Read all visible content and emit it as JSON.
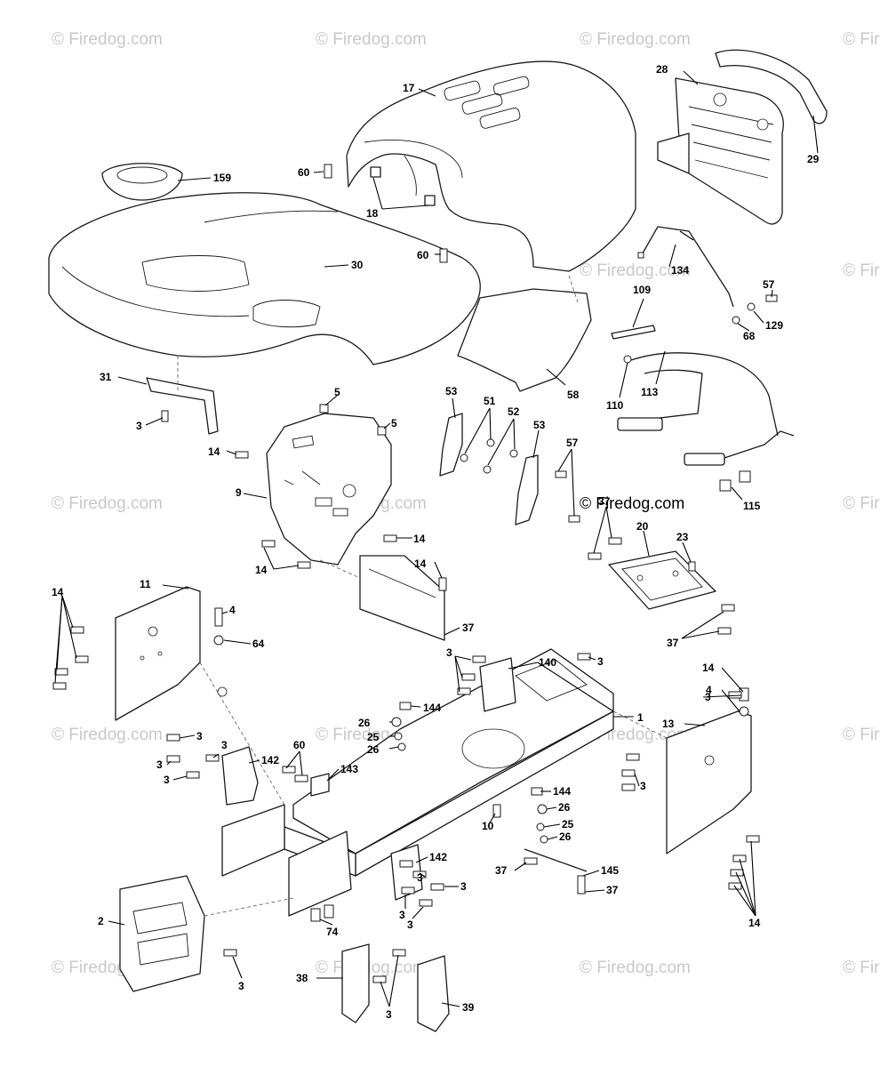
{
  "watermark": {
    "text": "© Firedog.com"
  },
  "callouts": [
    {
      "id": "c17",
      "text": "17"
    },
    {
      "id": "c28",
      "text": "28"
    },
    {
      "id": "c29",
      "text": "29"
    },
    {
      "id": "c159",
      "text": "159"
    },
    {
      "id": "c60a",
      "text": "60"
    },
    {
      "id": "c18",
      "text": "18"
    },
    {
      "id": "c60b",
      "text": "60"
    },
    {
      "id": "c30",
      "text": "30"
    },
    {
      "id": "c134",
      "text": "134"
    },
    {
      "id": "c57a",
      "text": "57"
    },
    {
      "id": "c129",
      "text": "129"
    },
    {
      "id": "c68",
      "text": "68"
    },
    {
      "id": "c109",
      "text": "109"
    },
    {
      "id": "c58",
      "text": "58"
    },
    {
      "id": "c110",
      "text": "110"
    },
    {
      "id": "c113",
      "text": "113"
    },
    {
      "id": "c31",
      "text": "31"
    },
    {
      "id": "c3a",
      "text": "3"
    },
    {
      "id": "c5a",
      "text": "5"
    },
    {
      "id": "c5b",
      "text": "5"
    },
    {
      "id": "c53a",
      "text": "53"
    },
    {
      "id": "c51",
      "text": "51"
    },
    {
      "id": "c52",
      "text": "52"
    },
    {
      "id": "c53b",
      "text": "53"
    },
    {
      "id": "c57b",
      "text": "57"
    },
    {
      "id": "c14a",
      "text": "14"
    },
    {
      "id": "c9",
      "text": "9"
    },
    {
      "id": "c115",
      "text": "115"
    },
    {
      "id": "c37a",
      "text": "37"
    },
    {
      "id": "c20",
      "text": "20"
    },
    {
      "id": "c23",
      "text": "23"
    },
    {
      "id": "c14b",
      "text": "14"
    },
    {
      "id": "c37b",
      "text": "37"
    },
    {
      "id": "c14c",
      "text": "14"
    },
    {
      "id": "c14d",
      "text": "14"
    },
    {
      "id": "c11",
      "text": "11"
    },
    {
      "id": "c14e",
      "text": "14"
    },
    {
      "id": "c4a",
      "text": "4"
    },
    {
      "id": "c64",
      "text": "64"
    },
    {
      "id": "c37c",
      "text": "37"
    },
    {
      "id": "c3b",
      "text": "3"
    },
    {
      "id": "c140",
      "text": "140"
    },
    {
      "id": "c3c",
      "text": "3"
    },
    {
      "id": "c14f",
      "text": "14"
    },
    {
      "id": "c4b",
      "text": "4"
    },
    {
      "id": "c3d",
      "text": "3"
    },
    {
      "id": "c144a",
      "text": "144"
    },
    {
      "id": "c26a",
      "text": "26"
    },
    {
      "id": "c1",
      "text": "1"
    },
    {
      "id": "c13",
      "text": "13"
    },
    {
      "id": "c25a",
      "text": "25"
    },
    {
      "id": "c26b",
      "text": "26"
    },
    {
      "id": "c3e",
      "text": "3"
    },
    {
      "id": "c60c",
      "text": "60"
    },
    {
      "id": "c3f",
      "text": "3"
    },
    {
      "id": "c142a",
      "text": "142"
    },
    {
      "id": "c3g",
      "text": "3"
    },
    {
      "id": "c143",
      "text": "143"
    },
    {
      "id": "c3h",
      "text": "3"
    },
    {
      "id": "c3i",
      "text": "3"
    },
    {
      "id": "c144b",
      "text": "144"
    },
    {
      "id": "c26c",
      "text": "26"
    },
    {
      "id": "c10",
      "text": "10"
    },
    {
      "id": "c25b",
      "text": "25"
    },
    {
      "id": "c26d",
      "text": "26"
    },
    {
      "id": "c142b",
      "text": "142"
    },
    {
      "id": "c37d",
      "text": "37"
    },
    {
      "id": "c145",
      "text": "145"
    },
    {
      "id": "c3j",
      "text": "3"
    },
    {
      "id": "c3k",
      "text": "3"
    },
    {
      "id": "c37e",
      "text": "37"
    },
    {
      "id": "c3l",
      "text": "3"
    },
    {
      "id": "c3m",
      "text": "3"
    },
    {
      "id": "c2",
      "text": "2"
    },
    {
      "id": "c74",
      "text": "74"
    },
    {
      "id": "c14g",
      "text": "14"
    },
    {
      "id": "c3n",
      "text": "3"
    },
    {
      "id": "c38",
      "text": "38"
    },
    {
      "id": "c3o",
      "text": "3"
    },
    {
      "id": "c39",
      "text": "39"
    }
  ]
}
